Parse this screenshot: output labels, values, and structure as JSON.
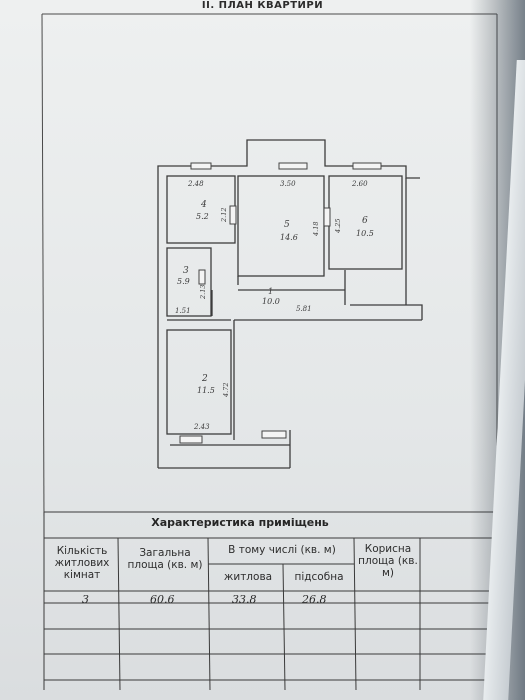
{
  "document": {
    "title": "II. ПЛАН КВАРТИРИ",
    "plan": {
      "rooms": [
        {
          "number": "4",
          "area": "5.2"
        },
        {
          "number": "5",
          "area": "14.6"
        },
        {
          "number": "6",
          "area": "10.5"
        },
        {
          "number": "3",
          "area": "5.9"
        },
        {
          "number": "1",
          "area": "10.0"
        },
        {
          "number": "2",
          "area": "11.5"
        }
      ],
      "dimensions": [
        "2.48",
        "3.50",
        "2.60",
        "2.12",
        "4.18",
        "4.25",
        "2.13",
        "1.51",
        "5.81",
        "4.72",
        "2.43"
      ]
    },
    "table": {
      "title": "Характеристика приміщень",
      "col_rooms": "Кількість житлових кімнат",
      "col_total": "Загальна площа (кв. м)",
      "col_including": "В тому числі (кв. м)",
      "col_living": "житлова",
      "col_auxiliary": "підсобна",
      "col_useful": "Корисна площа (кв. м)",
      "row": {
        "rooms": "3",
        "total": "60.6",
        "living": "33.8",
        "auxiliary": "26.8",
        "useful": ""
      }
    }
  }
}
